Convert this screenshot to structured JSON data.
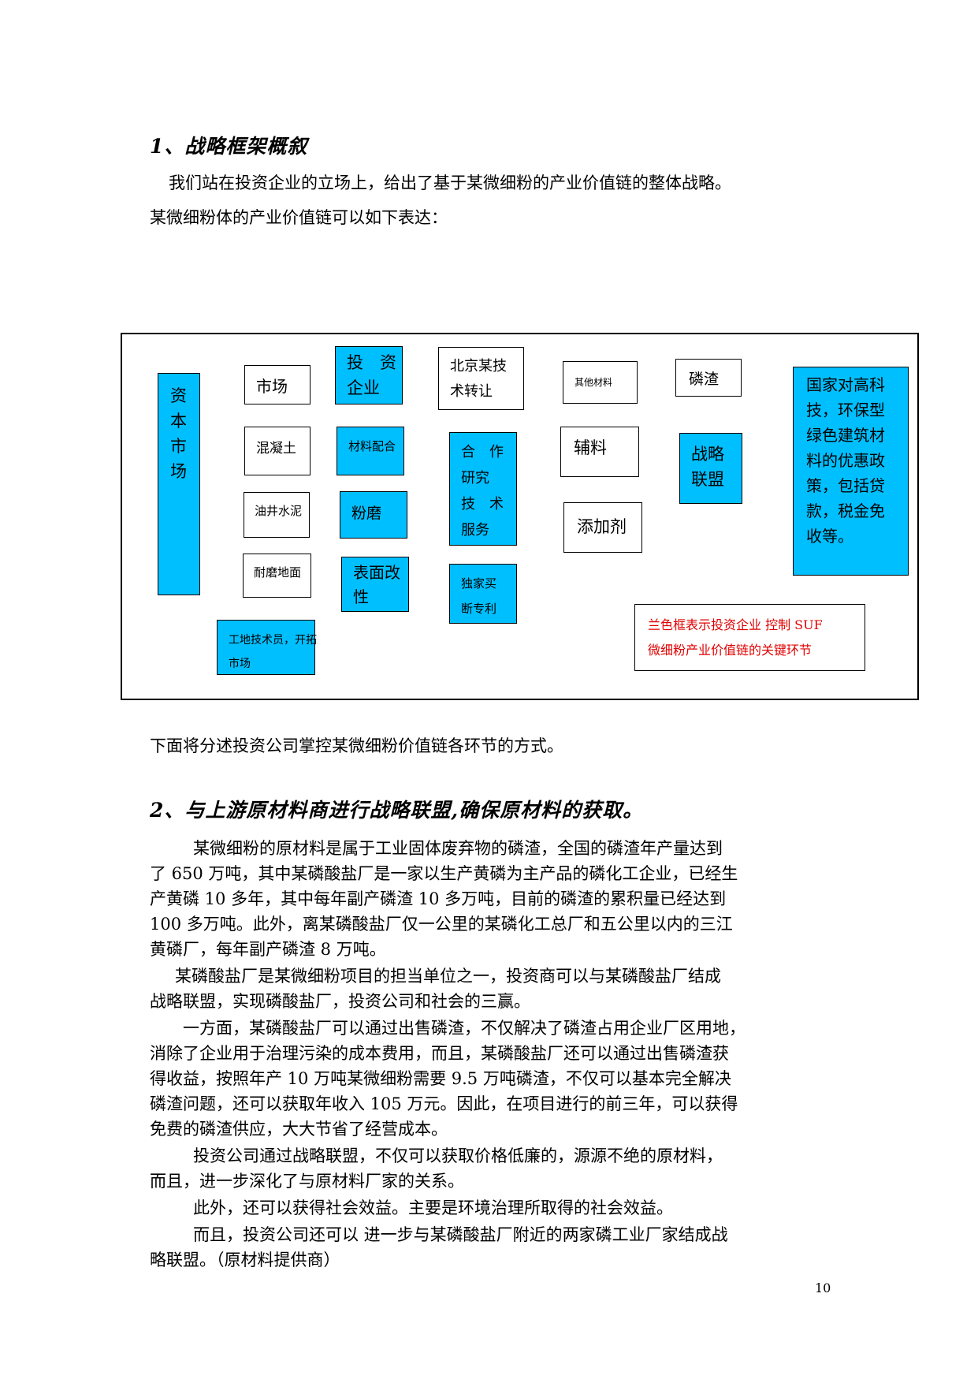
{
  "section1": {
    "heading": "1、战略框架概叙",
    "intro_line1": "我们站在投资企业的立场上，给出了基于某微细粉的产业价值链的整体战略。",
    "intro_line2": "某微细粉体的产业价值链可以如下表达："
  },
  "diagram": {
    "capital_market": [
      "资",
      "本",
      "市",
      "场"
    ],
    "market": "市场",
    "investment_company": [
      "投　资",
      "企业"
    ],
    "beijing_transfer": [
      "北京某技",
      "术转让"
    ],
    "other_materials": "其他材料",
    "phosphorus_slag": "磷渣",
    "gov_policy": [
      "国家对高科",
      "技，环保型",
      "绿色建筑材",
      "料的优惠政",
      "策，包括贷",
      "款，税金免",
      "收等。"
    ],
    "concrete": "混凝土",
    "material_mix": "材料配合",
    "cooperation": [
      "合　作",
      "研究",
      "技　术",
      "服务"
    ],
    "auxiliary": "辅料",
    "strategic_alliance": [
      "战略",
      "联盟"
    ],
    "oilwell_cement": "油井水泥",
    "grinding": "粉磨",
    "additive": "添加剂",
    "wear_floor": "耐磨地面",
    "surface_modification": [
      "表面改",
      "性"
    ],
    "exclusive_patent": [
      "独家买",
      "断专利"
    ],
    "site_tech": [
      "工地技术员，开拓",
      "市场"
    ],
    "legend": [
      "兰色框表示投资企业 控制 SUF",
      "微细粉产业价值链的关键环节"
    ]
  },
  "after_diagram": "下面将分述投资公司掌控某微细粉价值链各环节的方式。",
  "section2": {
    "heading": "2、与上游原材料商进行战略联盟,确保原材料的获取。",
    "lines": [
      "某微细粉的原材料是属于工业固体废弃物的磷渣，全国的磷渣年产量达到",
      "了 650 万吨，其中某磷酸盐厂是一家以生产黄磷为主产品的磷化工企业，已经生",
      "产黄磷 10 多年，其中每年副产磷渣 10 多万吨，目前的磷渣的累积量已经达到",
      "100 多万吨。此外，离某磷酸盐厂仅一公里的某磷化工总厂和五公里以内的三江",
      "黄磷厂，每年副产磷渣 8 万吨。",
      "某磷酸盐厂是某微细粉项目的担当单位之一，投资商可以与某磷酸盐厂结成",
      "战略联盟，实现磷酸盐厂，投资公司和社会的三赢。",
      "一方面，某磷酸盐厂可以通过出售磷渣，不仅解决了磷渣占用企业厂区用地，",
      "消除了企业用于治理污染的成本费用，而且，某磷酸盐厂还可以通过出售磷渣获",
      "得收益，按照年产 10 万吨某微细粉需要 9.5 万吨磷渣，不仅可以基本完全解决",
      "磷渣问题，还可以获取年收入 105 万元。因此，在项目进行的前三年，可以获得",
      "免费的磷渣供应，大大节省了经营成本。",
      "投资公司通过战略联盟，不仅可以获取价格低廉的，源源不绝的原材料，",
      "而且，进一步深化了与原材料厂家的关系。",
      "此外，还可以获得社会效益。主要是环境治理所取得的社会效益。",
      "而且，投资公司还可以 进一步与某磷酸盐厂附近的两家磷工业厂家结成战",
      "略联盟。（原材料提供商）"
    ]
  },
  "page_number": "10"
}
